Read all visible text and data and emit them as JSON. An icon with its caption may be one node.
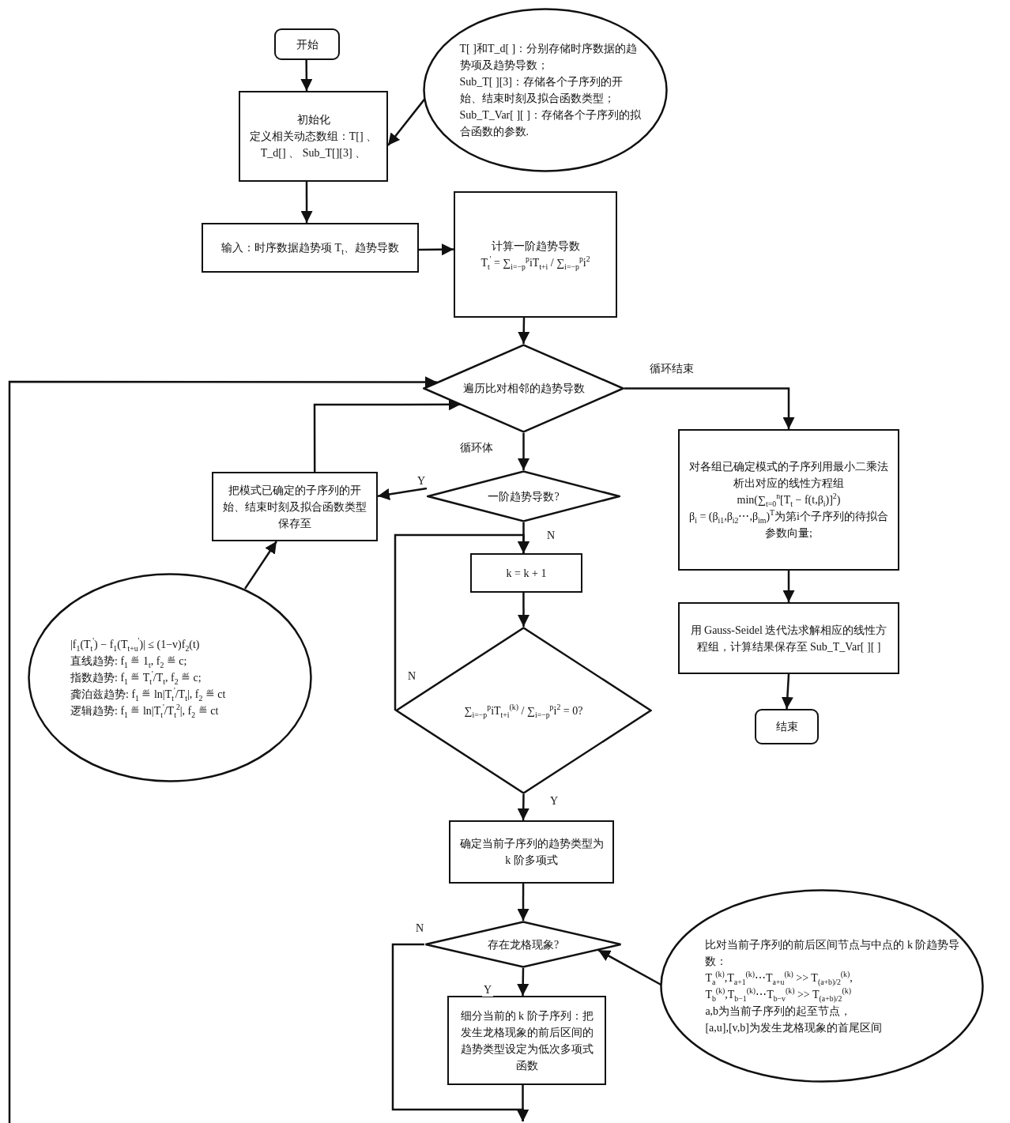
{
  "diagram": {
    "nodes": [
      {
        "text": [
          "开始"
        ]
      },
      {
        "text": [
          "T[ ]和T_d[ ]：分别存储时序数据的趋势项及趋势导数；",
          "Sub_T[ ][3]：存储各个子序列的开始、结束时刻及拟合函数类型；",
          "Sub_T_Var[ ][ ]：存储各个子序列的拟合函数的参数."
        ]
      },
      {
        "text": [
          "初始化",
          "定义相关动态数组：T[] 、 T_d[] 、 Sub_T[][3] 、"
        ]
      },
      {
        "text": [
          "输入：时序数据趋势项 T$_{t}$、趋势导数"
        ]
      },
      {
        "text": [
          "计算一阶趋势导数",
          "T$_{t}$$^{'}$ = ∑$_{i=−p}$$^{p}$iT$_{t+i}$ / ∑$_{i=−p}$$^{p}$i$^{2}$"
        ]
      },
      {
        "text": [
          "遍历比对相邻的趋势导数"
        ]
      },
      {
        "text": [
          "一阶趋势导数?"
        ]
      },
      {
        "text": [
          "把模式已确定的子序列的开始、结束时刻及拟合函数类型保存至"
        ]
      },
      {
        "text": [
          "|f$_{1}$(T$_{t}$$^{'}$) − f$_{1}$(T$_{t+u}$$^{'}$)| ≤ (1−v)f$_{2}$(t)",
          "直线趋势: f$_{1}$ ≝ 1$_{t}$, f$_{2}$ ≝ c;",
          "指数趋势: f$_{1}$ ≝ T$_{t}$$^{'}$/T$_{t}$, f$_{2}$ ≝ c;",
          "龚泊兹趋势: f$_{1}$ ≝ ln|T$_{t}$$^{'}$/T$_{t}$|, f$_{2}$ ≝ ct",
          "逻辑趋势: f$_{1}$ ≝ ln|T$_{t}$$^{'}$/T$_{t}$$^{2}$|, f$_{2}$ ≝ ct"
        ]
      },
      {
        "text": [
          "k = k + 1"
        ]
      },
      {
        "text": [
          "∑$_{i=−p}$$^{p}$iT$_{t+i}$$^{(k)}$ / ∑$_{i=−p}$$^{p}$i$^{2}$ = 0?"
        ]
      },
      {
        "text": [
          "确定当前子序列的趋势类型为 k 阶多项式"
        ]
      },
      {
        "text": [
          "存在龙格现象?"
        ]
      },
      {
        "text": [
          "比对当前子序列的前后区间节点与中点的 k 阶趋势导数：",
          "T$_{a}$$^{(k)}$,T$_{a+1}$$^{(k)}$⋯T$_{a+u}$$^{(k)}$ >> T$_{(a+b)/2}$$^{(k)}$,",
          "T$_{b}$$^{(k)}$,T$_{b−1}$$^{(k)}$⋯T$_{b−v}$$^{(k)}$ >> T$_{(a+b)/2}$$^{(k)}$",
          "a,b为当前子序列的起至节点，",
          "[a,u],[v,b]为发生龙格现象的首尾区间"
        ]
      },
      {
        "text": [
          "细分当前的 k 阶子序列：把发生龙格现象的前后区间的趋势类型设定为低次多项式函数"
        ]
      },
      {
        "text": [
          "对各组已确定模式的子序列用最小二乘法析出对应的线性方程组",
          "min(∑$_{t=0}$$^{n}$[T$_{t}$ − f(t,β$_{i}$)]$^{2}$)",
          "β$_{i}$ = (β$_{i1}$,β$_{i2}$⋯,β$_{im}$)$^{T}$为第i个子序列的待拟合参数向量;"
        ]
      },
      {
        "text": [
          "用 Gauss-Seidel 迭代法求解相应的线性方程组，计算结果保存至 Sub_T_Var[ ][ ]"
        ]
      },
      {
        "text": [
          "结束"
        ]
      }
    ],
    "edges": [
      {
        "from": 0,
        "to": 2,
        "arrow": "to"
      },
      {
        "from": 1,
        "to": 2,
        "arrow": "to"
      },
      {
        "from": 2,
        "to": 3,
        "arrow": "to"
      },
      {
        "from": 3,
        "to": 4,
        "arrow": "to"
      },
      {
        "from": 4,
        "to": 5,
        "arrow": "to"
      },
      {
        "from": 5,
        "to": 15,
        "arrow": "to",
        "label": "循环结束"
      },
      {
        "from": 5,
        "to": 6,
        "arrow": "to",
        "label": "循环体"
      },
      {
        "from": 6,
        "to": 7,
        "arrow": "to",
        "label": "Y"
      },
      {
        "from": 7,
        "to": 5,
        "arrow": "to"
      },
      {
        "from": null,
        "to": 5,
        "arrow": "to"
      },
      {
        "from": 8,
        "to": 7,
        "arrow": "to"
      },
      {
        "from": 6,
        "to": 9,
        "arrow": "to",
        "label": "N"
      },
      {
        "from": 9,
        "to": 10,
        "arrow": "to"
      },
      {
        "from": 10,
        "to": 9,
        "arrow": "to",
        "label": "N"
      },
      {
        "from": 10,
        "to": 11,
        "arrow": "to",
        "label": "Y"
      },
      {
        "from": 11,
        "to": 12,
        "arrow": "to"
      },
      {
        "from": 13,
        "to": 12,
        "arrow": "to"
      },
      {
        "from": 12,
        "to": 14,
        "arrow": "to",
        "label": "Y"
      },
      {
        "from": 12,
        "to": null,
        "arrow": "to",
        "label": "N"
      },
      {
        "from": 14,
        "to": null,
        "arrow": "to"
      },
      {
        "from": 15,
        "to": 16,
        "arrow": "to"
      },
      {
        "from": 16,
        "to": 17,
        "arrow": "to"
      }
    ]
  }
}
